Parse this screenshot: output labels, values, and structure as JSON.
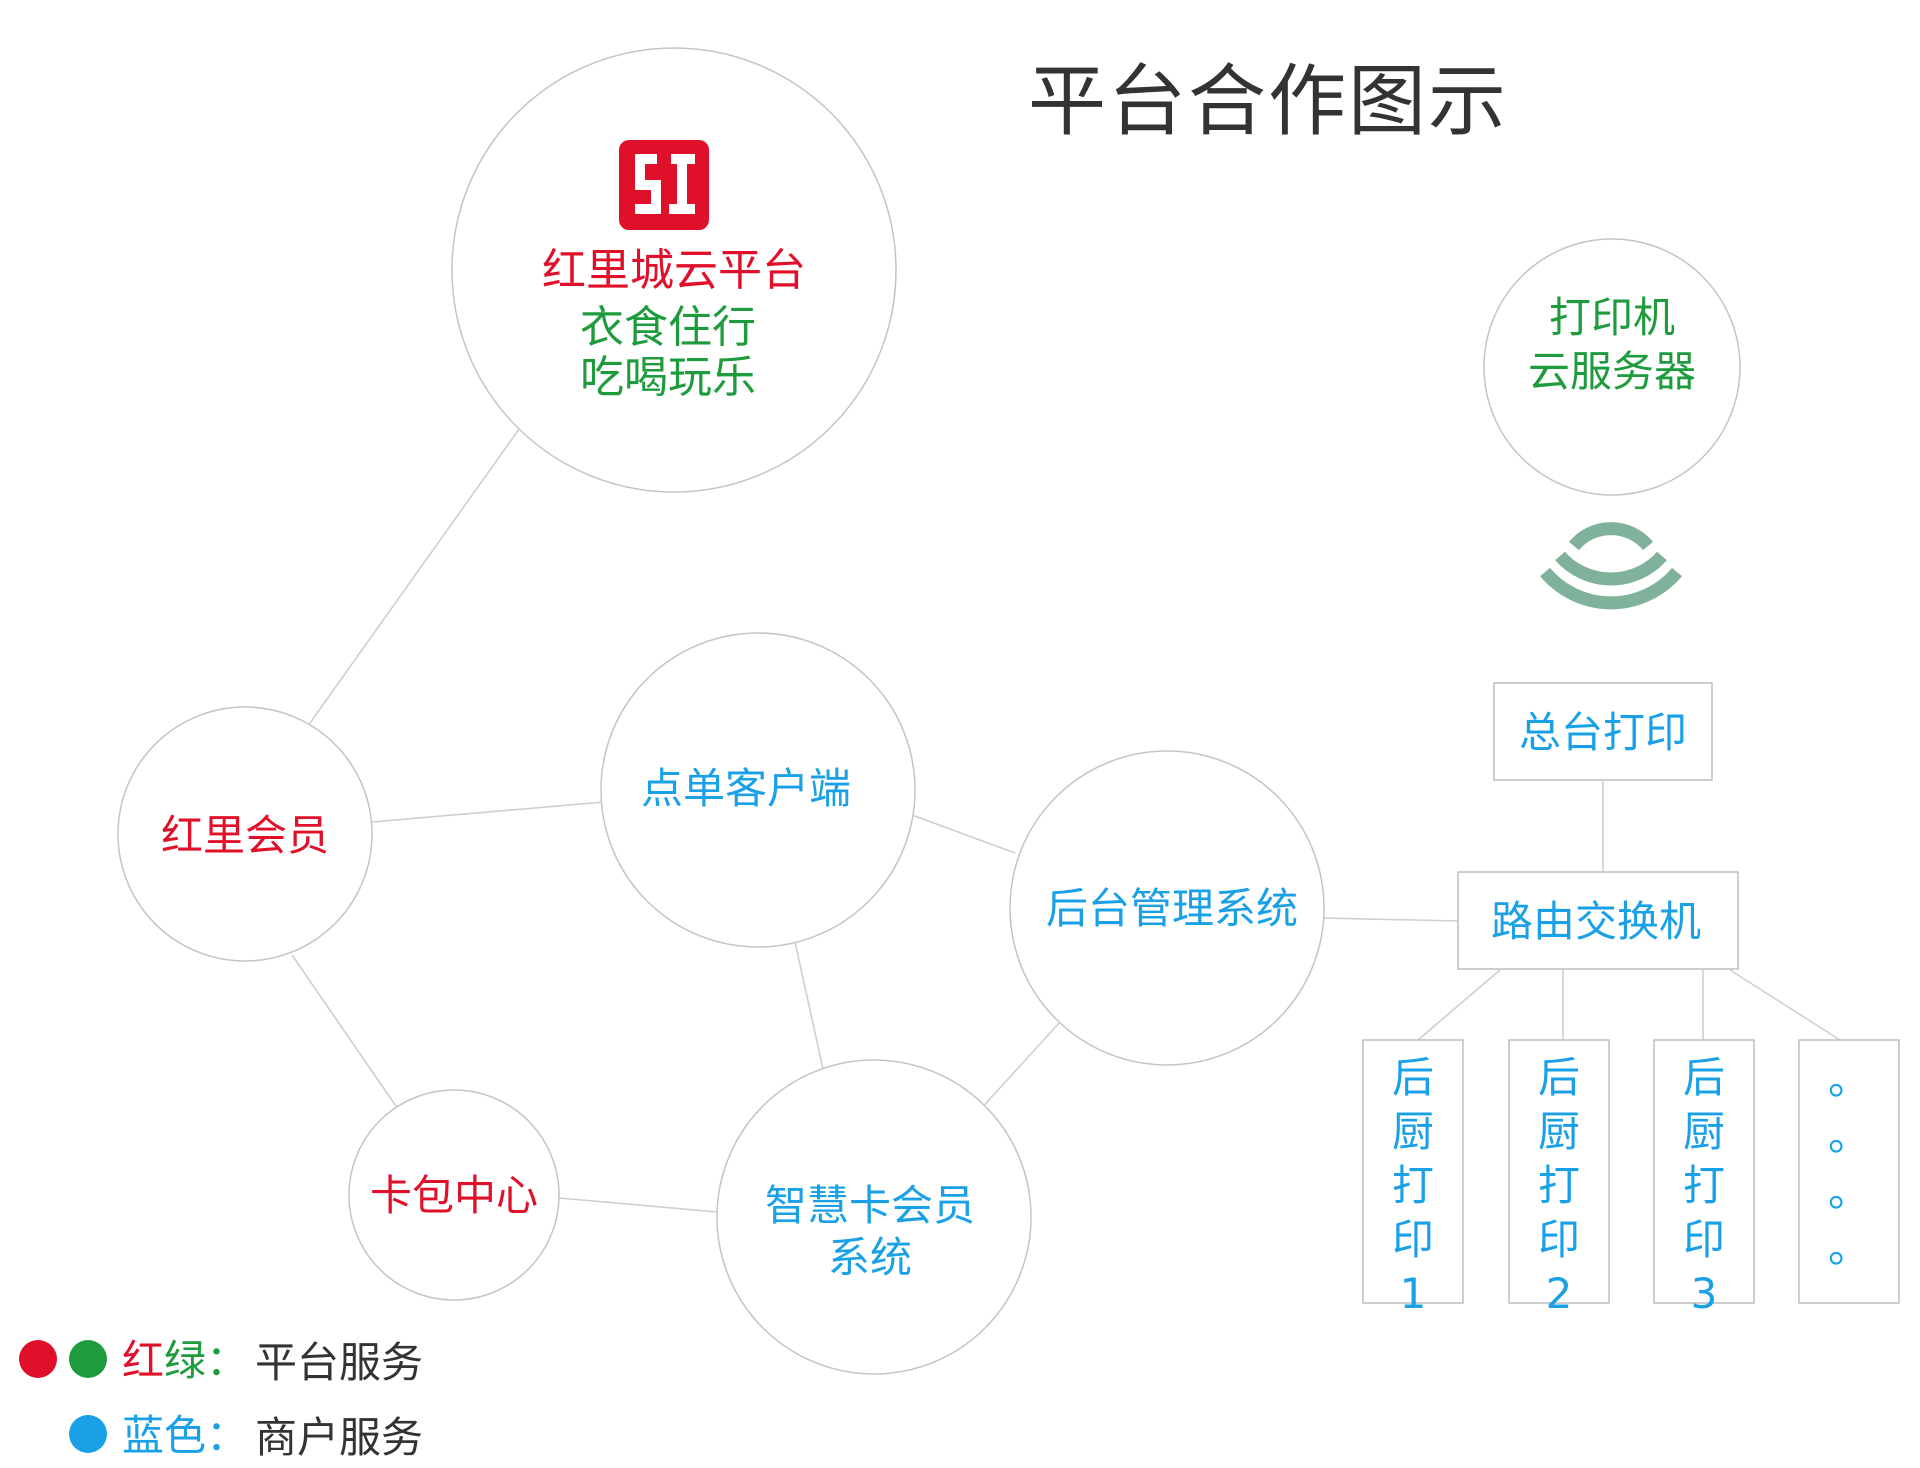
{
  "title": "平台合作图示",
  "colors": {
    "red": "#e0102a",
    "green": "#1e9b3c",
    "blue": "#1aa0e6",
    "wifi": "#7fb19b"
  },
  "nodes": {
    "platform": {
      "logo_icon": "hongli-logo-icon",
      "name": "红里城云平台",
      "line2": "衣食住行",
      "line3": "吃喝玩乐"
    },
    "printer_cloud": {
      "line1": "打印机",
      "line2": "云服务器"
    },
    "member": {
      "label": "红里会员"
    },
    "order_client": {
      "label": "点单客户端"
    },
    "backend": {
      "label": "后台管理系统"
    },
    "card_center": {
      "label": "卡包中心"
    },
    "smart_card": {
      "line1": "智慧卡会员",
      "line2": "系统"
    },
    "front_print": {
      "label": "总台打印"
    },
    "router": {
      "label": "路由交换机"
    },
    "kitchen_printers": [
      {
        "chars": [
          "后",
          "厨",
          "打",
          "印",
          "1"
        ]
      },
      {
        "chars": [
          "后",
          "厨",
          "打",
          "印",
          "2"
        ]
      },
      {
        "chars": [
          "后",
          "厨",
          "打",
          "印",
          "3"
        ]
      },
      {
        "chars": [
          "。",
          "。",
          "。",
          "。"
        ]
      }
    ],
    "wifi_icon": "wifi-signal-icon"
  },
  "legend": [
    {
      "dots": [
        "#e0102a",
        "#1e9b3c"
      ],
      "key_parts": [
        "红",
        "绿"
      ],
      "key_colors": [
        "#e0102a",
        "#1e9b3c"
      ],
      "separator": "：",
      "value": "平台服务"
    },
    {
      "dots": [
        "#1aa0e6"
      ],
      "key_parts": [
        "蓝色"
      ],
      "key_colors": [
        "#1aa0e6"
      ],
      "separator": "：",
      "value": "商户服务"
    }
  ]
}
